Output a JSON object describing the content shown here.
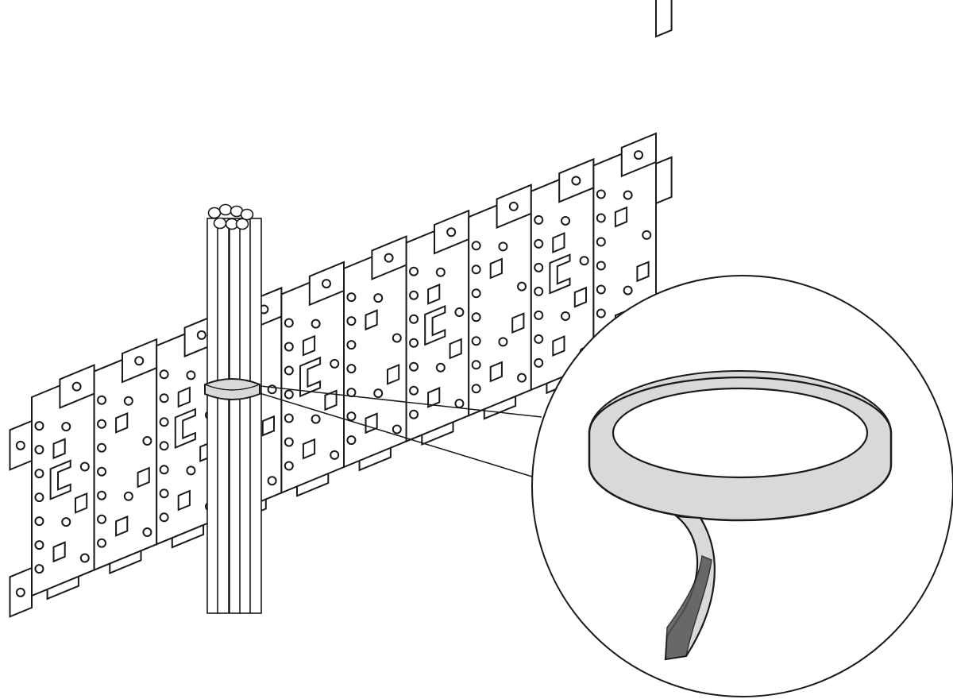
{
  "figure": {
    "components": [
      {
        "id": "mounting-rail",
        "icon": "perforated-cable-tray-icon"
      },
      {
        "id": "cable-bundle",
        "icon": "cable-bundle-icon",
        "cable_count": 7
      },
      {
        "id": "hook-and-loop-strap",
        "icon": "velcro-strap-icon"
      },
      {
        "id": "detail-magnifier",
        "icon": "magnifier-circle-icon"
      }
    ],
    "colors": {
      "line": "#1a1a1a",
      "plate": "#ffffff",
      "strap_face": "#d9d9d9",
      "hook_texture": "#555555"
    }
  }
}
